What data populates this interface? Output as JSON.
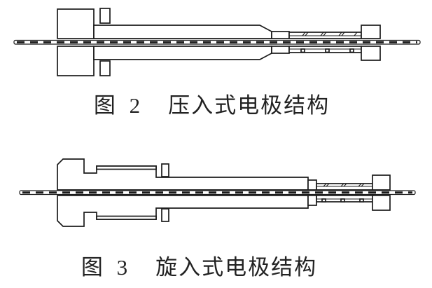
{
  "page": {
    "background": "#ffffff",
    "ink_color": "#1b1b1b",
    "caption_color": "#222222"
  },
  "figures": [
    {
      "caption_label": "图 2",
      "caption_title": "压入式电极结构"
    },
    {
      "caption_label": "图 3",
      "caption_title": "旋入式电极结构"
    }
  ]
}
